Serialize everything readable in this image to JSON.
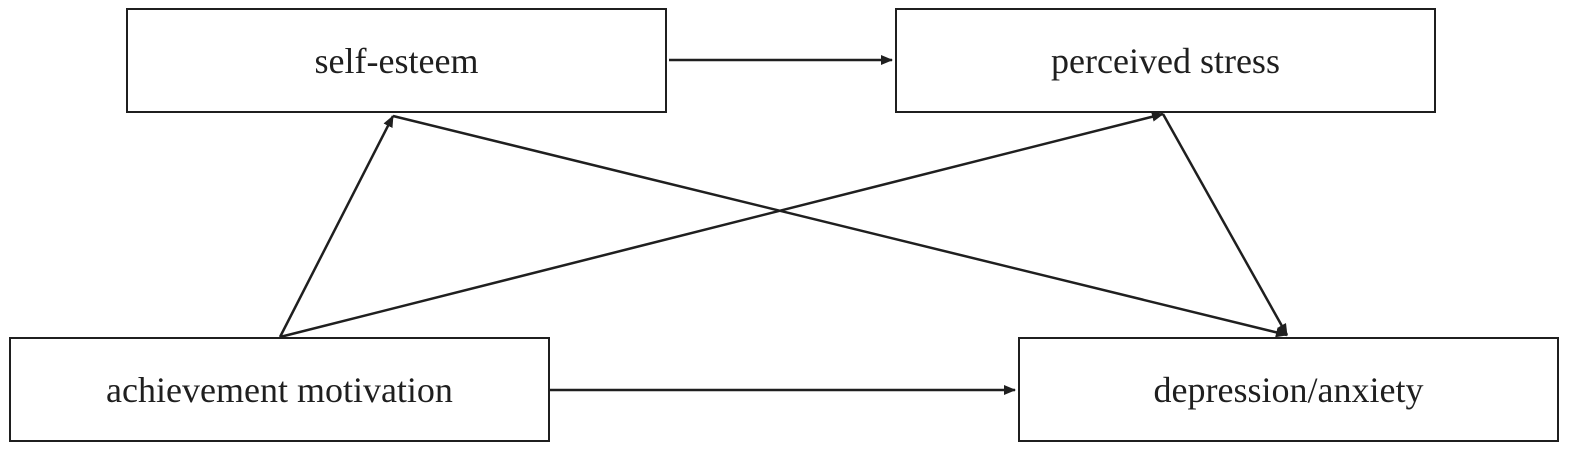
{
  "diagram": {
    "nodes": {
      "self_esteem": "self-esteem",
      "perceived_stress": "perceived stress",
      "achievement_motivation": "achievement motivation",
      "depression_anxiety": "depression/anxiety"
    },
    "edges": [
      {
        "from": "self_esteem",
        "to": "perceived_stress"
      },
      {
        "from": "achievement_motivation",
        "to": "self_esteem"
      },
      {
        "from": "achievement_motivation",
        "to": "perceived_stress"
      },
      {
        "from": "self_esteem",
        "to": "depression_anxiety"
      },
      {
        "from": "perceived_stress",
        "to": "depression_anxiety"
      },
      {
        "from": "achievement_motivation",
        "to": "depression_anxiety"
      }
    ],
    "colors": {
      "line": "#1f1f1f",
      "background": "#ffffff"
    }
  }
}
